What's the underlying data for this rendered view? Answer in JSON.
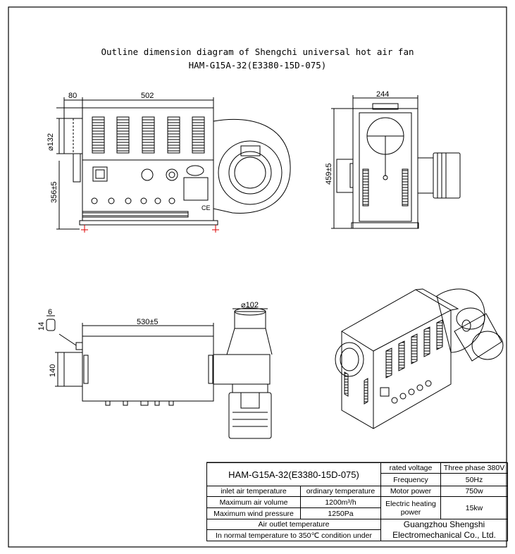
{
  "title": {
    "line1": "Outline dimension diagram of Shengchi universal hot air fan",
    "line2": "HAM-G15A-32(E3380-15D-075)"
  },
  "front_view": {
    "dim_80": "80",
    "dim_502": "502",
    "dim_132": "⌀132",
    "dim_356": "356±5"
  },
  "side_view": {
    "dim_244": "244",
    "dim_459": "459±5"
  },
  "top_view": {
    "dim_6": "6",
    "dim_14": "14",
    "dim_530": "530±5",
    "dim_140": "140",
    "dim_102": "⌀102"
  },
  "spec_table": {
    "model": "HAM-G15A-32(E3380-15D-075)",
    "rated_voltage_label": "rated voltage",
    "rated_voltage_value": "Three phase 380V",
    "frequency_label": "Frequency",
    "frequency_value": "50Hz",
    "inlet_label": "inlet air temperature",
    "inlet_value": "ordinary temperature",
    "motor_power_label": "Motor power",
    "motor_power_value": "750w",
    "max_air_volume_label": "Maximum air volume",
    "max_air_volume_value": "1200m³/h",
    "heating_power_label": "Electric heating power",
    "heating_power_value": "15kw",
    "max_wind_pressure_label": "Maximum wind pressure",
    "max_wind_pressure_value": "1250Pa",
    "outlet_label": "Air outlet temperature",
    "outlet_value": "In normal temperature to 350℃ condition under",
    "company_line1": "Guangzhou Shengshi",
    "company_line2": "Electromechanical Co., Ltd."
  }
}
